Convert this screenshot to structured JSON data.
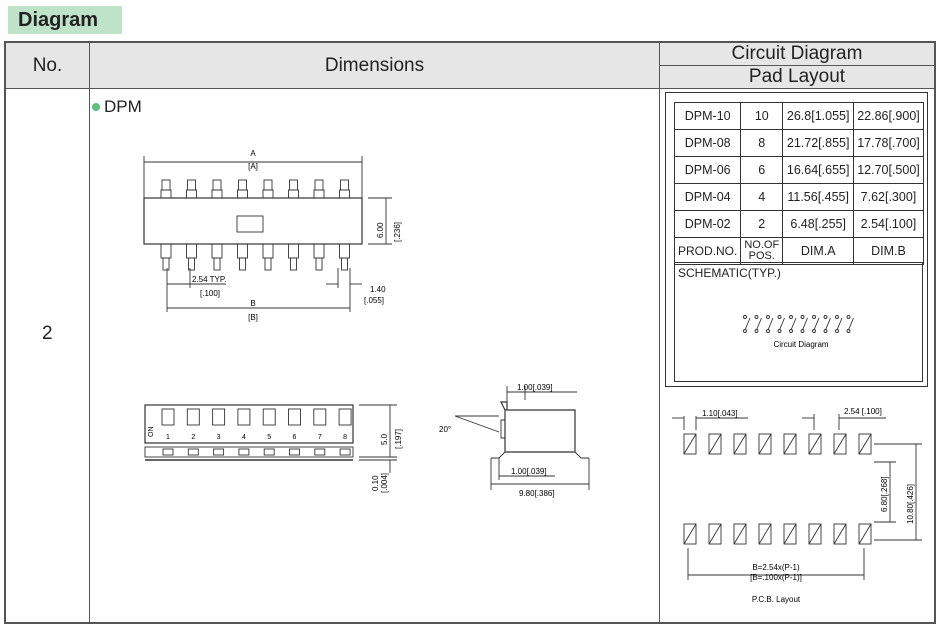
{
  "badge": "Diagram",
  "header": {
    "no": "No.",
    "dimensions": "Dimensions",
    "circuit_diagram": "Circuit Diagram",
    "pad_layout": "Pad Layout"
  },
  "row": {
    "no": "2",
    "series": "DPM"
  },
  "top_view": {
    "dim_a": "A",
    "dim_a_in": "[A]",
    "dim_b": "B",
    "dim_b_in": "[B]",
    "pitch": "2.54 TYP.",
    "pitch_in": "[.100]",
    "lead": "1.40",
    "lead_in": "[.055]",
    "height": "6.00",
    "height_in": "[.236]"
  },
  "side_view": {
    "on_label": "ON",
    "switch_numbers": [
      "1",
      "2",
      "3",
      "4",
      "5",
      "6",
      "7",
      "8"
    ],
    "height": "5.0",
    "height_in": "[.197]",
    "standoff": "0.10",
    "standoff_in": "[.004]"
  },
  "end_view": {
    "top_width": "1.00[.039]",
    "angle": "20°",
    "foot": "1.00[.039]",
    "width": "9.80[.386]"
  },
  "table": {
    "rows": [
      [
        "DPM-10",
        "10",
        "26.8[1.055]",
        "22.86[.900]"
      ],
      [
        "DPM-08",
        "8",
        "21.72[.855]",
        "17.78[.700]"
      ],
      [
        "DPM-06",
        "6",
        "16.64[.655]",
        "12.70[.500]"
      ],
      [
        "DPM-04",
        "4",
        "11.56[.455]",
        "7.62[.300]"
      ],
      [
        "DPM-02",
        "2",
        "6.48[.255]",
        "2.54[.100]"
      ]
    ],
    "head": {
      "prod": "PROD.NO.",
      "pos1": "NO.OF",
      "pos2": "POS.",
      "dima": "DIM.A",
      "dimb": "DIM.B"
    }
  },
  "schematic": {
    "label": "SCHEMATIC(TYP.)",
    "caption": "Circuit Diagram"
  },
  "pcb": {
    "pad_width": "1.10[.043]",
    "pitch": "2.54 [.100]",
    "row_gap": "6.80[.268]",
    "overall": "10.80[.426]",
    "formula1": "B=2.54x(P-1)",
    "formula2": "[B=.100x(P-1)]",
    "caption": "P.C.B. Layout"
  }
}
